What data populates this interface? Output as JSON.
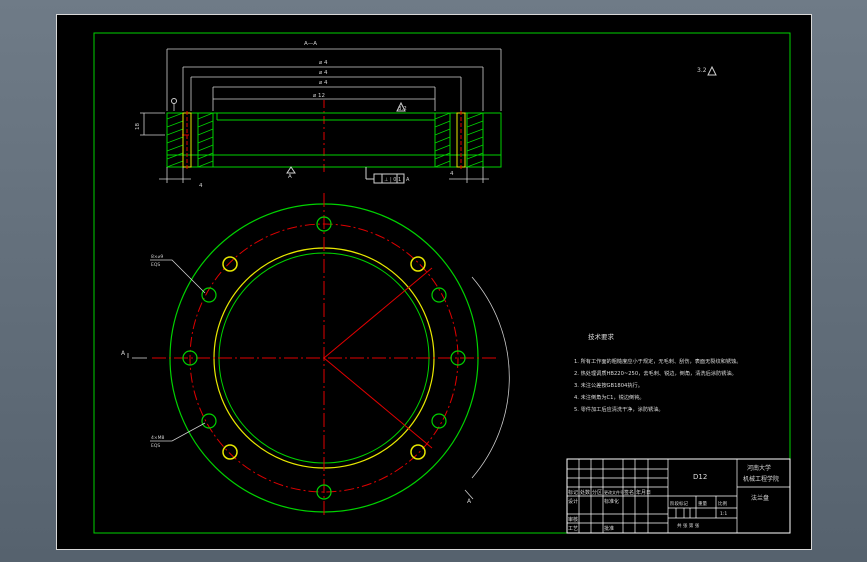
{
  "section_view": {
    "section_label": "A—A",
    "dims": [
      "⌀ 4",
      "⌀ 4",
      "⌀ 4",
      "⌀ 12"
    ],
    "left_height": "18",
    "bottom_dim_left": "4",
    "bottom_dim_right": "4",
    "datum": "A",
    "tolerance_frame": "⊥ | 0.1 | A",
    "roughness_note": "3.2"
  },
  "top_right_roughness": "3.2",
  "leaders": {
    "upper": [
      "8×⌀9",
      "EQS"
    ],
    "lower": [
      "4×M8",
      "EQS"
    ]
  },
  "view_markers": {
    "left": "A",
    "arc": "A"
  },
  "notes": {
    "title": "技术要求",
    "items": [
      "1. 所有工作面的粗糙度应小于规定，无毛刺、刮伤，表面无裂纹和锈蚀。",
      "2. 热处理调质HB220~250，去毛刺、锐边，倒角，清洗后涂防锈油。",
      "3. 未注公差按GB1804执行。",
      "4. 未注倒角为C1，锐边倒钝。",
      "5. 零件加工后应清洗干净，涂防锈油。"
    ]
  },
  "title_block": {
    "drawing_no": "D12",
    "school": "河南大学",
    "dept": "机械工程学院",
    "part_name": "法兰盘",
    "left_cells": [
      "标记",
      "处数",
      "分区",
      "更改文件号",
      "签名",
      "年月日"
    ],
    "left_cells2": [
      "设计",
      "",
      "标准化",
      "",
      "",
      ""
    ],
    "left_cells3": [
      "审核",
      "",
      "",
      "",
      "",
      ""
    ],
    "left_cells4": [
      "工艺",
      "",
      "批准",
      "",
      "",
      ""
    ],
    "stage_label": "阶段标记",
    "weight_label": "重量",
    "scale_label": "比例",
    "scale_value": "1:1",
    "sheet_text": "共 张 第 张"
  }
}
